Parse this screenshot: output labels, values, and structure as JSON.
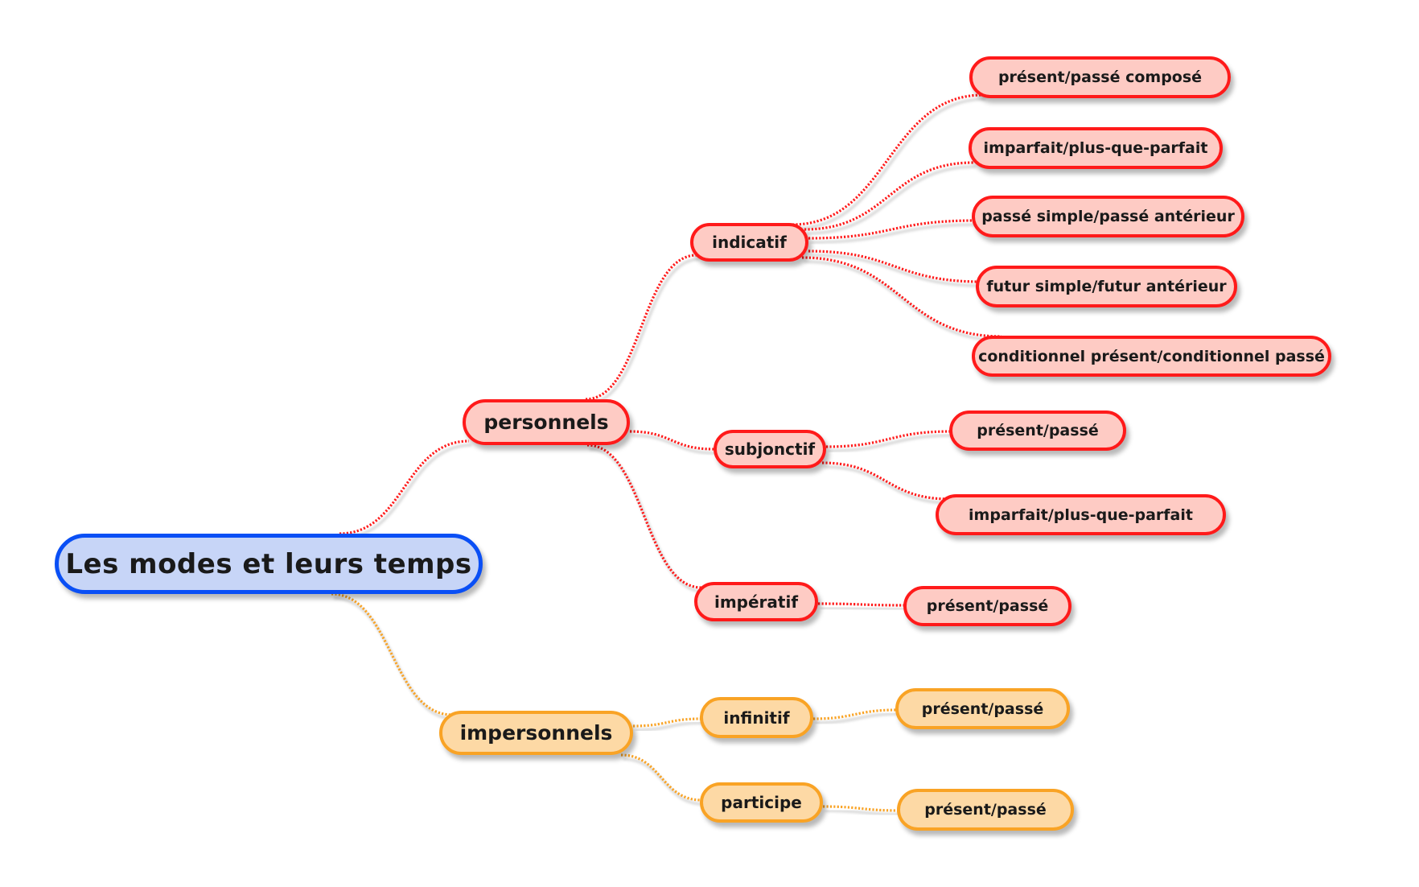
{
  "title": "Les modes et leurs temps",
  "colors": {
    "root_border": "#0a4ff5",
    "root_fill": "#c7d5f7",
    "personnel_border": "#ff1a1a",
    "personnel_fill": "#fecbc4",
    "impersonnel_border": "#f9a325",
    "impersonnel_fill": "#fdd9a5"
  },
  "root": {
    "label": "Les modes et leurs temps"
  },
  "branches": {
    "personnels": {
      "label": "personnels",
      "modes": {
        "indicatif": {
          "label": "indicatif",
          "tenses": [
            "présent/passé composé",
            "imparfait/plus-que-parfait",
            "passé simple/passé antérieur",
            "futur simple/futur antérieur",
            "conditionnel présent/conditionnel passé"
          ]
        },
        "subjonctif": {
          "label": "subjonctif",
          "tenses": [
            "présent/passé",
            "imparfait/plus-que-parfait"
          ]
        },
        "imperatif": {
          "label": "impératif",
          "tenses": [
            "présent/passé"
          ]
        }
      }
    },
    "impersonnels": {
      "label": "impersonnels",
      "modes": {
        "infinitif": {
          "label": "infinitif",
          "tenses": [
            "présent/passé"
          ]
        },
        "participe": {
          "label": "participe",
          "tenses": [
            "présent/passé"
          ]
        }
      }
    }
  }
}
